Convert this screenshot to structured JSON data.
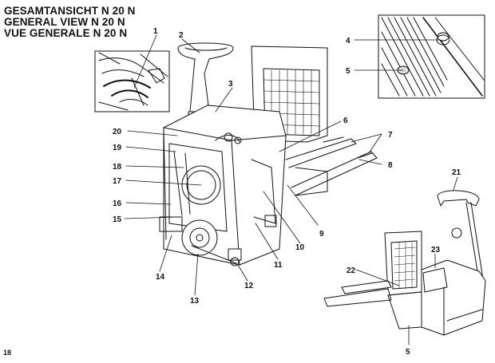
{
  "titles": [
    "GESAMTANSICHT N 20 N",
    "GENERAL VIEW N 20 N",
    "VUE GENERALE N 20 N"
  ],
  "page_number": "18",
  "callouts": [
    "1",
    "2",
    "3",
    "4",
    "5",
    "6",
    "7",
    "8",
    "9",
    "10",
    "11",
    "12",
    "13",
    "14",
    "15",
    "16",
    "17",
    "18",
    "19",
    "20",
    "21",
    "22",
    "23",
    "5"
  ]
}
